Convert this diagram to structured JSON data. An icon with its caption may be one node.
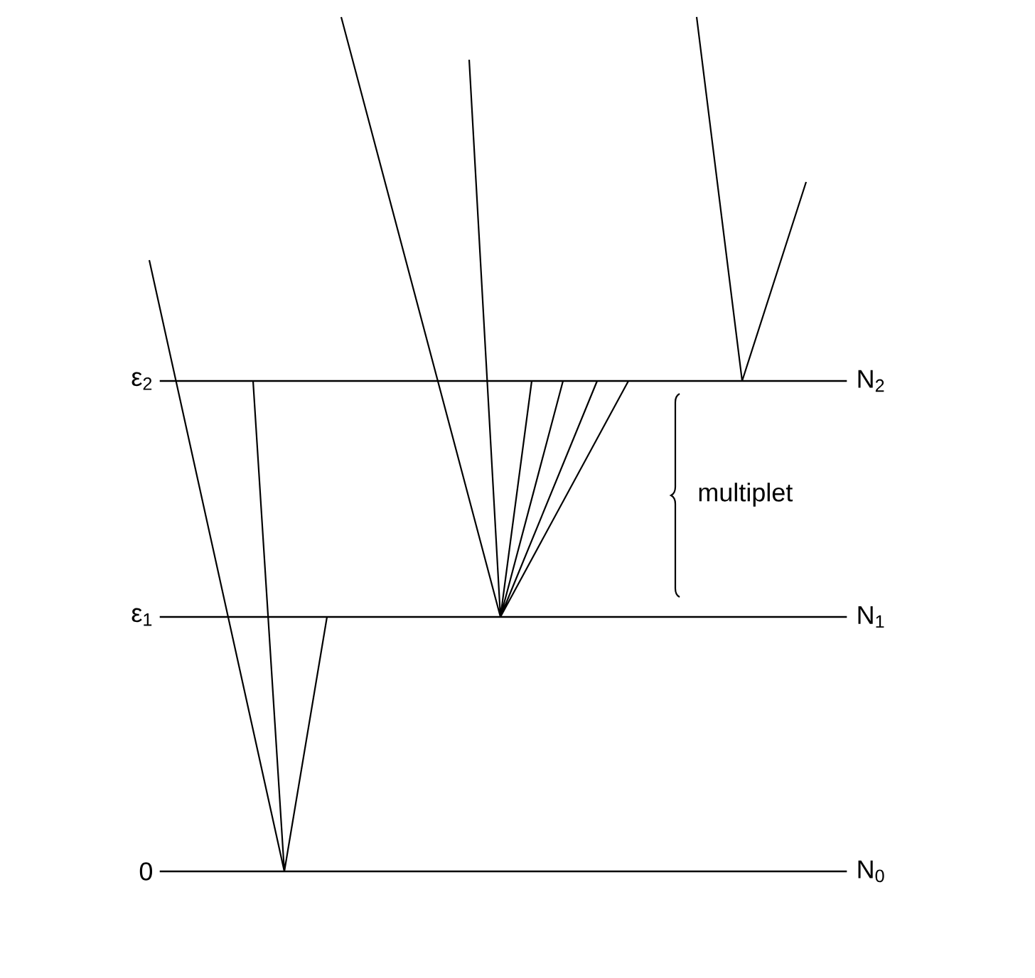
{
  "diagram": {
    "nodes": [
      {
        "text": [
          "ε$_{2}$",
          "N$_{2}$"
        ]
      },
      {
        "text": [
          "ε$_{1}$",
          "N$_{1}$"
        ]
      },
      {
        "text": [
          "0",
          "N$_{0}$"
        ]
      }
    ],
    "labels": [
      "multiplet"
    ]
  }
}
